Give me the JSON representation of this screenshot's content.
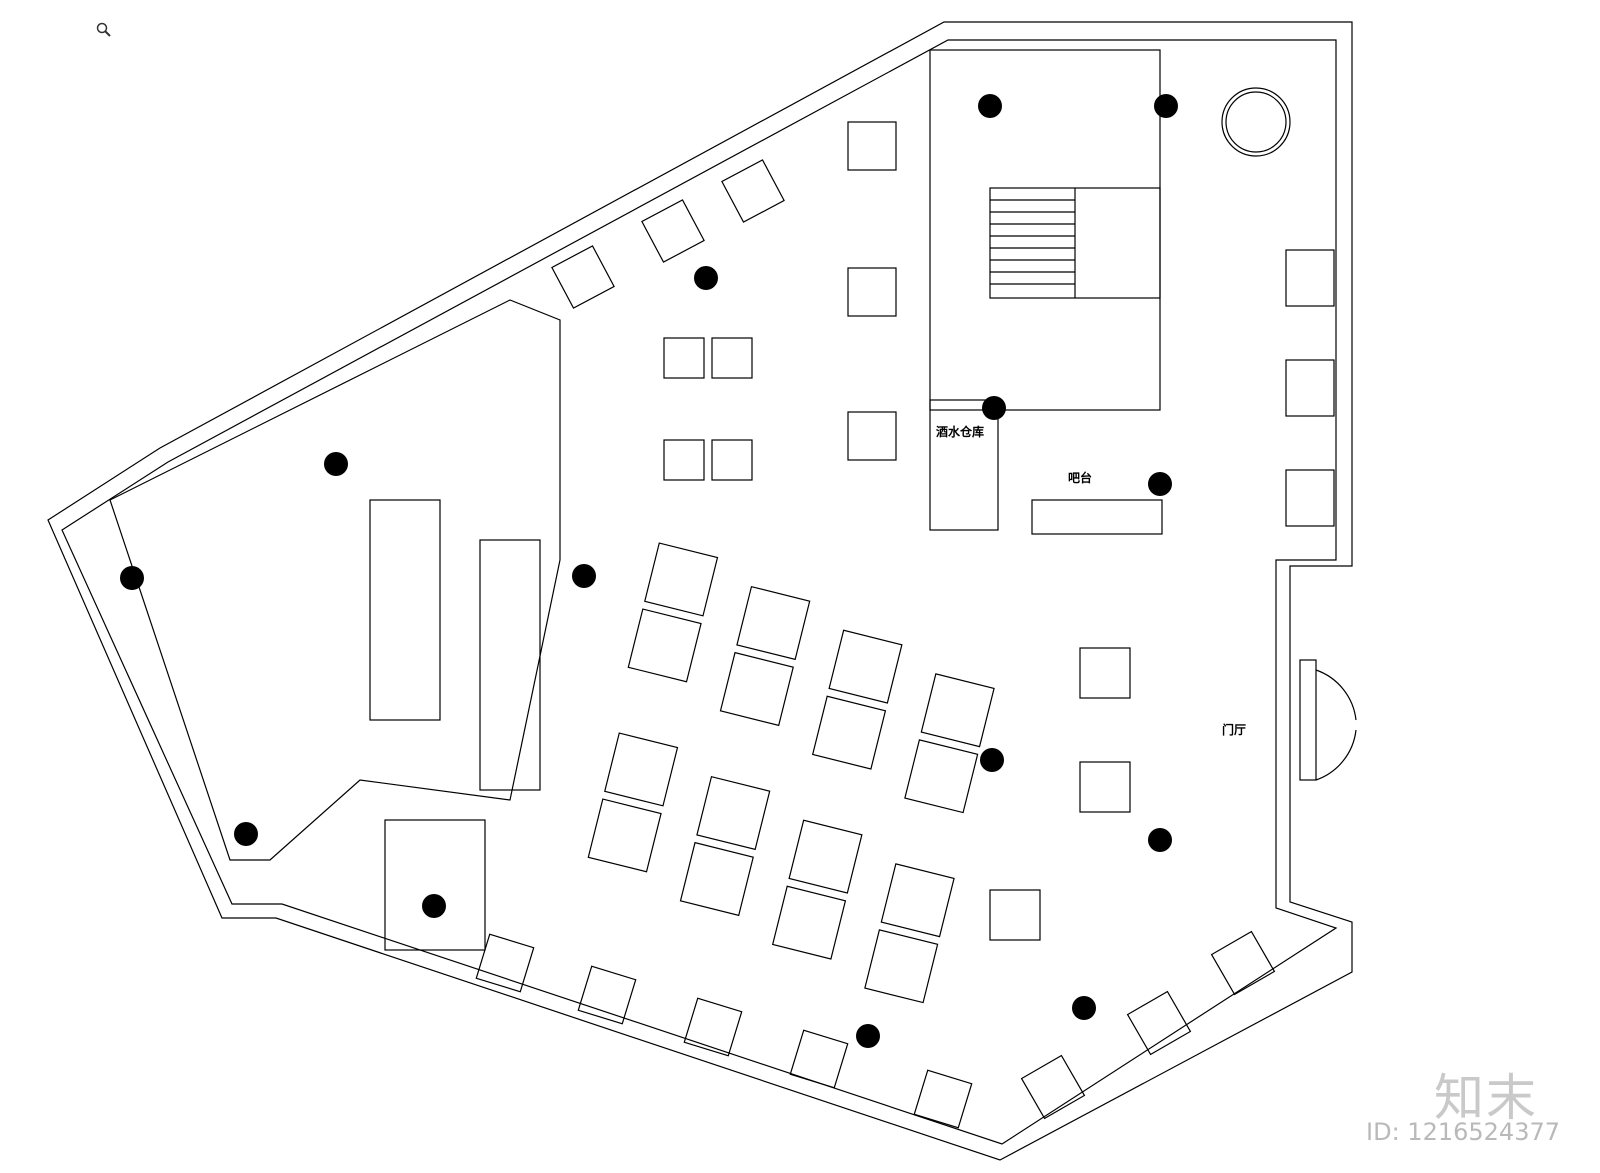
{
  "rooms": {
    "wine_storage": "酒水仓库",
    "bar": "吧台",
    "lobby": "门厅"
  },
  "watermark": {
    "brand": "知末",
    "id": "ID: 1216524377"
  },
  "icons": {
    "zoom": "magnifier-icon"
  },
  "colors": {
    "line": "#000000",
    "background": "#ffffff",
    "watermark": "#c9c9c9"
  }
}
